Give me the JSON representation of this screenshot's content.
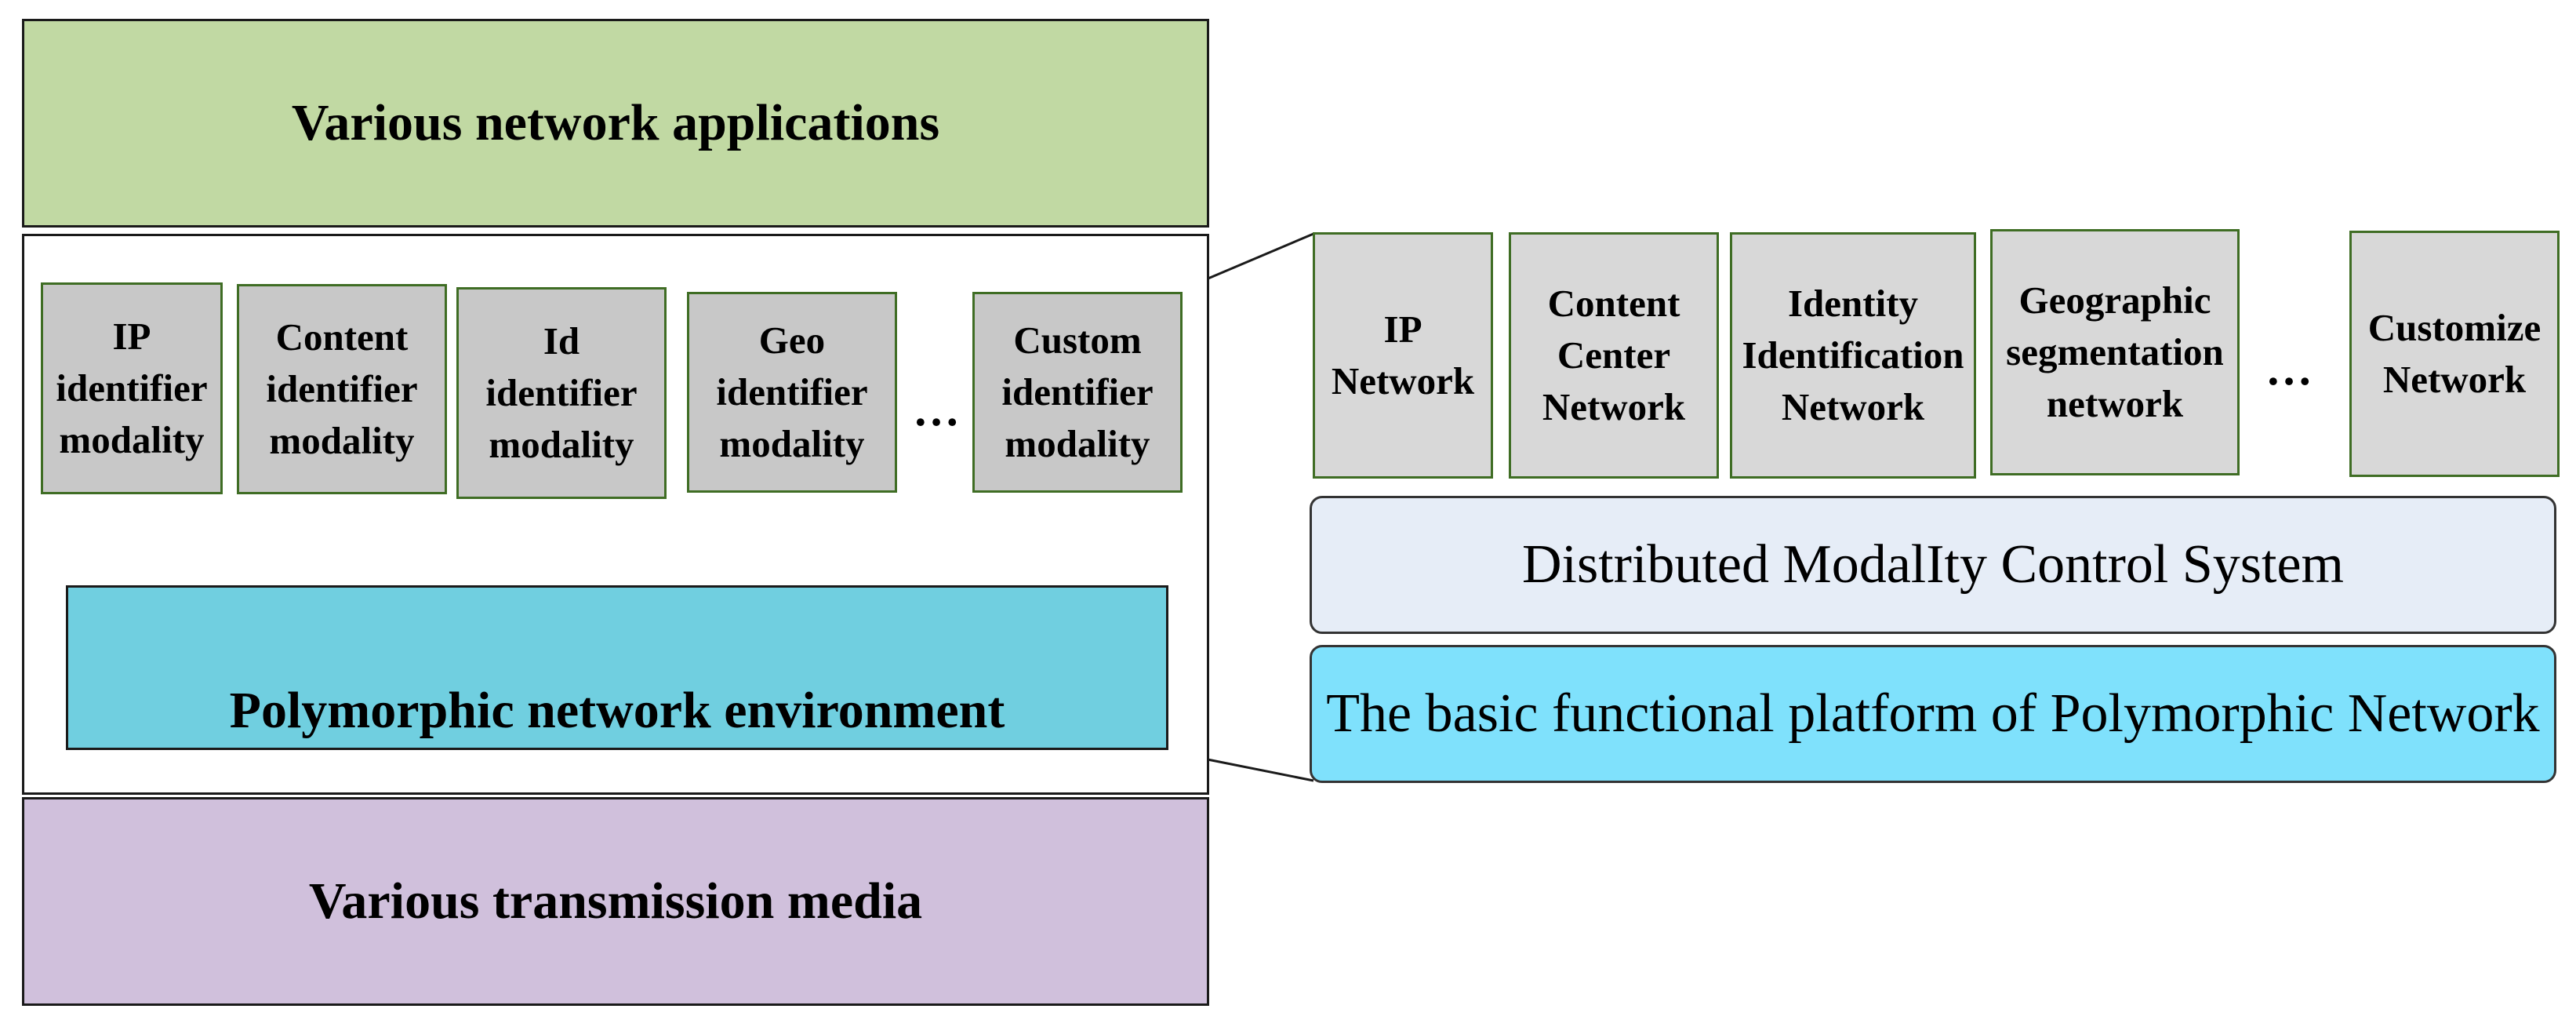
{
  "layers": {
    "applications": "Various network applications",
    "environment": "Polymorphic network environment",
    "media": "Various transmission media"
  },
  "modalities": [
    {
      "lines": [
        "IP",
        "identifier",
        "modality"
      ]
    },
    {
      "lines": [
        "Content",
        "identifier",
        "modality"
      ]
    },
    {
      "lines": [
        "Id",
        "identifier",
        "modality"
      ]
    },
    {
      "lines": [
        "Geo",
        "identifier",
        "modality"
      ]
    },
    {
      "lines": [
        "Custom",
        "identifier",
        "modality"
      ]
    }
  ],
  "modality_ellipsis": "…",
  "networks": [
    {
      "lines": [
        "IP",
        "Network"
      ]
    },
    {
      "lines": [
        "Content",
        "Center",
        "Network"
      ]
    },
    {
      "lines": [
        "Identity",
        "Identification",
        "Network"
      ]
    },
    {
      "lines": [
        "Geographic",
        "segmentation",
        "network"
      ]
    },
    {
      "lines": [
        "Customize",
        "Network"
      ]
    }
  ],
  "network_ellipsis": "…",
  "control_system": "Distributed ModalIty Control System",
  "basic_platform": "The basic functional platform of Polymorphic Network",
  "colors": {
    "applications_fill": "#c1d9a3",
    "environment_fill": "#70cfe0",
    "media_fill": "#d0c0dc",
    "modality_fill": "#c8c8c8",
    "box_border": "#3f6d24",
    "control_fill": "#e6edf7",
    "platform_fill": "#7fe1fc",
    "arrow_fill": "#d4dfc7"
  }
}
